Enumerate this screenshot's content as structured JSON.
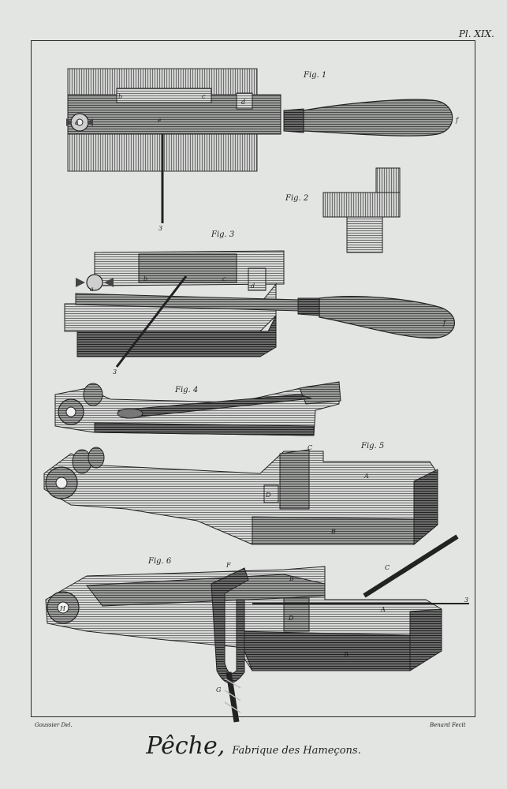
{
  "plate": {
    "number": "Pl. XIX."
  },
  "figures": {
    "fig1": "Fig. 1",
    "fig2": "Fig. 2",
    "fig3": "Fig. 3",
    "fig4": "Fig. 4",
    "fig5": "Fig. 5",
    "fig6": "Fig. 6"
  },
  "credits": {
    "left": "Goussier Del.",
    "right": "Benard Fecit"
  },
  "title": {
    "main": "Pêche,",
    "sub": "Fabrique des Hameçons."
  },
  "letters": {
    "fig1": [
      "a",
      "b",
      "c",
      "d",
      "e",
      "f",
      "3"
    ],
    "fig3": [
      "a",
      "b",
      "c",
      "d",
      "f",
      "3"
    ],
    "fig5": [
      "C",
      "A",
      "D",
      "B"
    ],
    "fig6": [
      "F",
      "B",
      "C",
      "A",
      "D",
      "B",
      "G",
      "H",
      "3"
    ]
  },
  "colors": {
    "paper": "#e3e5e3",
    "ink": "#1f1f1f"
  }
}
